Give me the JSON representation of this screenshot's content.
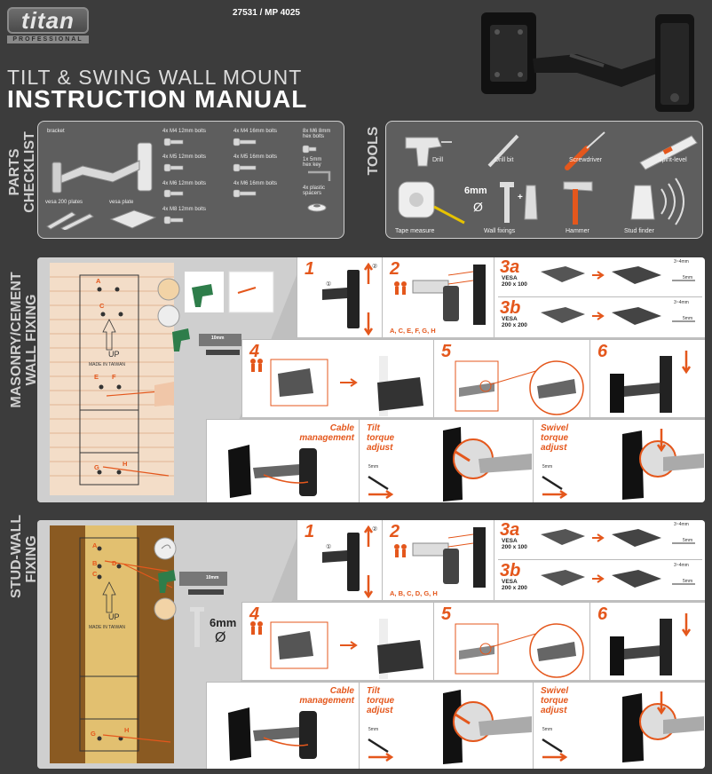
{
  "header": {
    "logo_main": "titan",
    "logo_sub": "PROFESSIONAL",
    "model": "27531 / MP 4025",
    "title_line1": "TILT & SWING WALL MOUNT",
    "title_line2": "INSTRUCTION MANUAL"
  },
  "parts": {
    "side_label_1": "PARTS",
    "side_label_2": "CHECKLIST",
    "items": {
      "bracket": "bracket",
      "vesa200": "vesa 200 plates",
      "vesaplate": "vesa plate",
      "m4_12": "4x M4 12mm bolts",
      "m5_12": "4x M5 12mm bolts",
      "m6_12": "4x M6 12mm bolts",
      "m8_12": "4x M8 12mm bolts",
      "m4_16": "4x M4 16mm bolts",
      "m5_16": "4x M5 16mm bolts",
      "m6_16": "4x M6 16mm bolts",
      "m6_8_a": "8x M6 8mm",
      "m6_8_b": "hex bolts",
      "hex_a": "1x 5mm",
      "hex_b": "hex key",
      "spacer_a": "4x plastic",
      "spacer_b": "spacers"
    }
  },
  "tools": {
    "side_label": "TOOLS",
    "drill": "Drill",
    "drill_bit": "Drill bit",
    "screwdriver": "Screwdriver",
    "spirit_level": "Spirit-level",
    "tape_measure": "Tape measure",
    "wall_fixings": "Wall fixings",
    "hammer": "Hammer",
    "stud_finder": "Stud finder",
    "fixing_size": "6mm",
    "diameter": "Ø",
    "plus": "+"
  },
  "masonry": {
    "side_label_1": "MASONRY/CEMENT",
    "side_label_2": "WALL FIXING",
    "template_up": "UP",
    "template_made": "MADE IN TAIWAN",
    "letters": "A, C, E, F, G, H",
    "hole_letters": [
      "A",
      "C",
      "E",
      "F",
      "G",
      "H"
    ],
    "drill_size": "10mm"
  },
  "stud": {
    "side_label_1": "STUD-WALL",
    "side_label_2": "FIXING",
    "template_up": "UP",
    "template_made": "MADE IN TAIWAN",
    "letters": "A, B, C, D, G, H",
    "hole_letters": [
      "A",
      "B",
      "C",
      "D",
      "G",
      "H"
    ],
    "drill_size": "10mm",
    "fixing_size": "6mm",
    "diameter": "Ø"
  },
  "steps": {
    "s1": "1",
    "s2": "2",
    "s3a": "3a",
    "s3b": "3b",
    "s4": "4",
    "s5": "5",
    "s6": "6",
    "callout_1": "①",
    "callout_2": "②",
    "vesa_100": "VESA",
    "vesa_100_size": "200 x 100",
    "vesa_200": "VESA",
    "vesa_200_size": "200 x 200",
    "spacing": "3~4mm",
    "bolt_a": "5mm",
    "cable_1": "Cable",
    "cable_2": "management",
    "tilt_1": "Tilt",
    "tilt_2": "torque",
    "tilt_3": "adjust",
    "swivel_1": "Swivel",
    "swivel_2": "torque",
    "swivel_3": "adjust",
    "hex_size": "5mm"
  },
  "colors": {
    "accent": "#e4571c",
    "background": "#3c3c3c",
    "panel": "#5e5e5e"
  }
}
